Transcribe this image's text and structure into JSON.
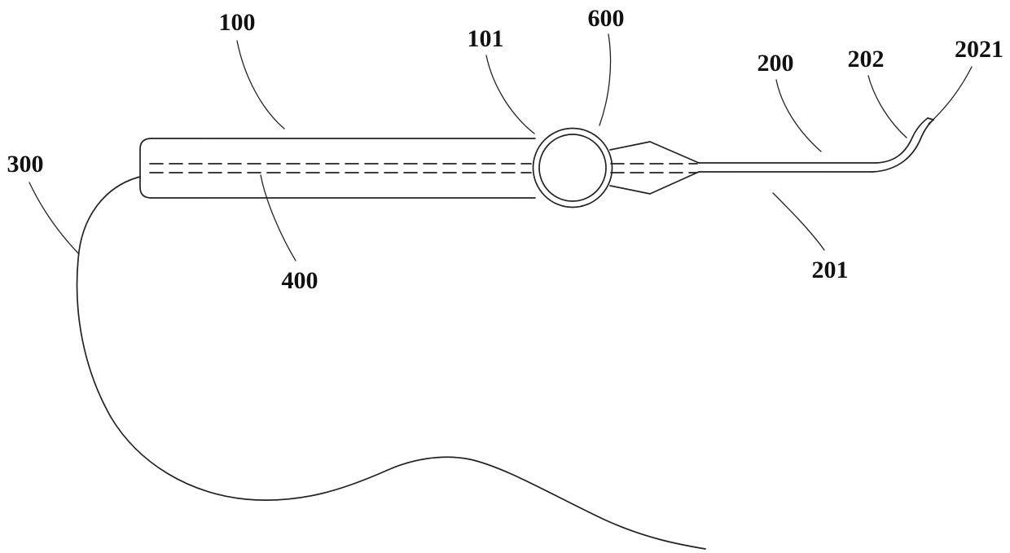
{
  "figure": {
    "type": "patent-line-drawing",
    "description": "Elongated instrument with handle body, ring collar, tapered nib, thin distal shaft with curved hook tip, internal dashed channel, and trailing flexible cable",
    "labels": {
      "n100": "100",
      "n101": "101",
      "n600": "600",
      "n200": "200",
      "n202": "202",
      "n2021": "2021",
      "n300": "300",
      "n400": "400",
      "n201": "201"
    },
    "colors": {
      "line": "#222222",
      "text": "#111111",
      "background": "#ffffff"
    }
  }
}
